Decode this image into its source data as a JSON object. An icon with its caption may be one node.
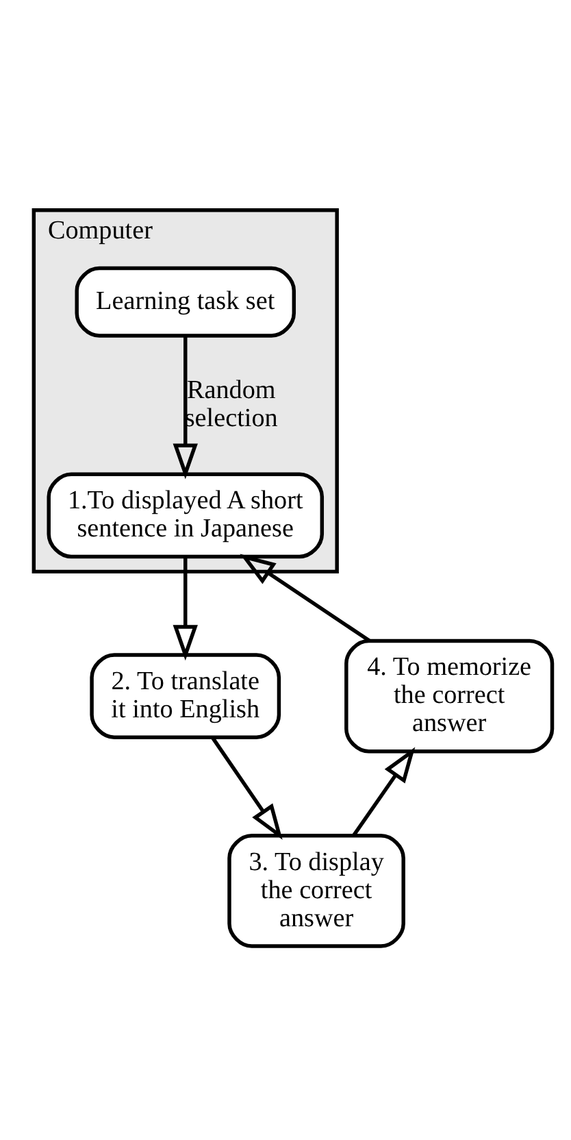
{
  "diagram": {
    "nodes": [
      {
        "text": [
          "Computer"
        ]
      },
      {
        "text": [
          "Learning task set"
        ],
        "in": 0
      },
      {
        "text": [
          "1.To displayed A short sentence in Japanese"
        ],
        "in": 0
      },
      {
        "text": [
          "4. To memorize the correct answer"
        ]
      },
      {
        "text": [
          "2. To translate it into English"
        ]
      },
      {
        "text": [
          "3. To display the correct answer"
        ]
      }
    ],
    "edges": [
      {
        "from": 1,
        "to": 2,
        "arrow": "to",
        "label": "Random selection"
      },
      {
        "from": 2,
        "to": 4,
        "arrow": "to"
      },
      {
        "from": 4,
        "to": 5,
        "arrow": "to"
      },
      {
        "from": 5,
        "to": 3,
        "arrow": "to"
      },
      {
        "from": 3,
        "to": 2,
        "arrow": "to"
      }
    ]
  }
}
